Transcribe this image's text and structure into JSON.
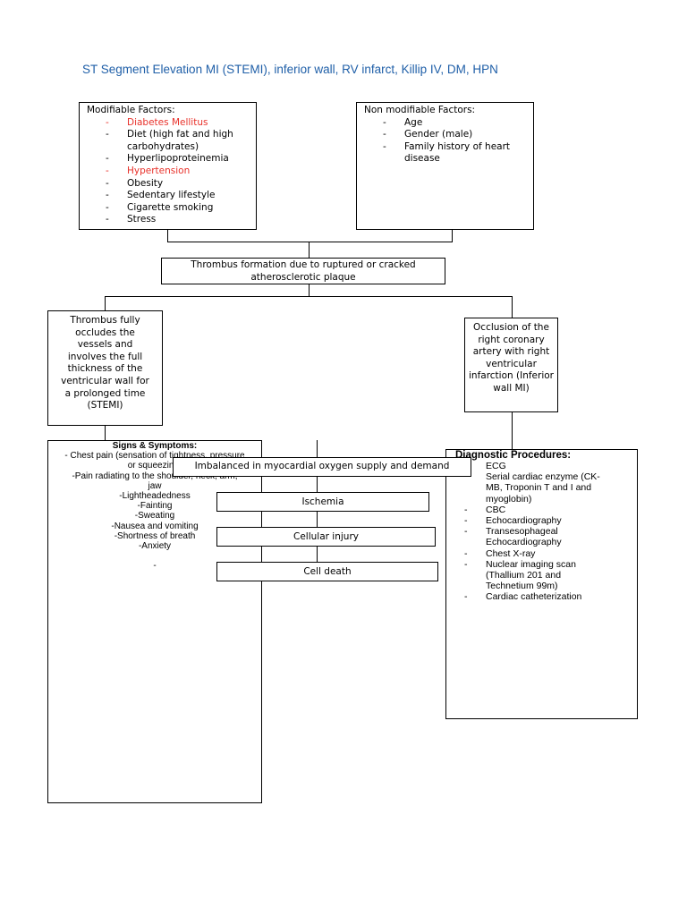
{
  "title": "ST Segment Elevation MI (STEMI), inferior wall, RV infarct, Killip IV, DM, HPN",
  "modifiable": {
    "heading": "Modifiable Factors:",
    "items": [
      {
        "text": "Diabetes Mellitus",
        "highlight": true
      },
      {
        "text": "Diet (high fat and high",
        "highlight": false
      },
      {
        "text": "carbohydrates)",
        "highlight": false,
        "continuation": true
      },
      {
        "text": "Hyperlipoproteinemia",
        "highlight": false
      },
      {
        "text": "Hypertension",
        "highlight": true
      },
      {
        "text": "Obesity",
        "highlight": false
      },
      {
        "text": "Sedentary lifestyle",
        "highlight": false
      },
      {
        "text": "Cigarette smoking",
        "highlight": false
      },
      {
        "text": "Stress",
        "highlight": false
      }
    ]
  },
  "non_modifiable": {
    "heading": "Non modifiable Factors:",
    "items": [
      "Age",
      "Gender (male)",
      "Family history of heart",
      "disease"
    ]
  },
  "thrombus_formation": [
    "Thrombus formation due to ruptured or cracked",
    "atherosclerotic plaque"
  ],
  "stemi_box": [
    "Thrombus fully",
    "occludes the",
    "vessels and",
    "involves the full",
    "thickness of the",
    "ventricular wall for",
    "a prolonged time",
    "(STEMI)"
  ],
  "occlusion_box": [
    "Occlusion of the",
    "right coronary",
    "artery with right",
    "ventricular",
    "infarction (Inferior",
    "wall MI)"
  ],
  "signs": {
    "heading": "Signs & Symptoms:",
    "lines": [
      "- Chest pain (sensation of tightness, pressure",
      "or squeezing)",
      "-Pain radiating to the shoulder, neck, arm,",
      "jaw",
      "-Lightheadedness",
      "-Fainting",
      "-Sweating",
      "-Nausea and vomiting",
      "-Shortness of breath",
      "-Anxiety",
      "",
      "-"
    ]
  },
  "chain": {
    "imbalance": "Imbalanced in myocardial oxygen supply and demand",
    "ischemia": "Ischemia",
    "cellular_injury": "Cellular injury",
    "cell_death": "Cell death"
  },
  "diagnostics": {
    "heading": "Diagnostic Procedures:",
    "items": [
      {
        "dash": "",
        "lines": [
          "ECG"
        ]
      },
      {
        "dash": "",
        "lines": [
          "Serial cardiac enzyme (CK-",
          "MB, Troponin T and I and",
          "myoglobin)"
        ]
      },
      {
        "dash": "-",
        "lines": [
          "CBC"
        ]
      },
      {
        "dash": "-",
        "lines": [
          "Echocardiography"
        ]
      },
      {
        "dash": "-",
        "lines": [
          "Transesophageal",
          "Echocardiography"
        ]
      },
      {
        "dash": "-",
        "lines": [
          "Chest X-ray"
        ]
      },
      {
        "dash": "-",
        "lines": [
          "Nuclear imaging scan",
          "(Thallium 201 and",
          "Technetium 99m)"
        ]
      },
      {
        "dash": "-",
        "lines": [
          "Cardiac catheterization"
        ]
      }
    ]
  },
  "colors": {
    "title": "#1f5fa8",
    "highlight": "#e8312a"
  }
}
